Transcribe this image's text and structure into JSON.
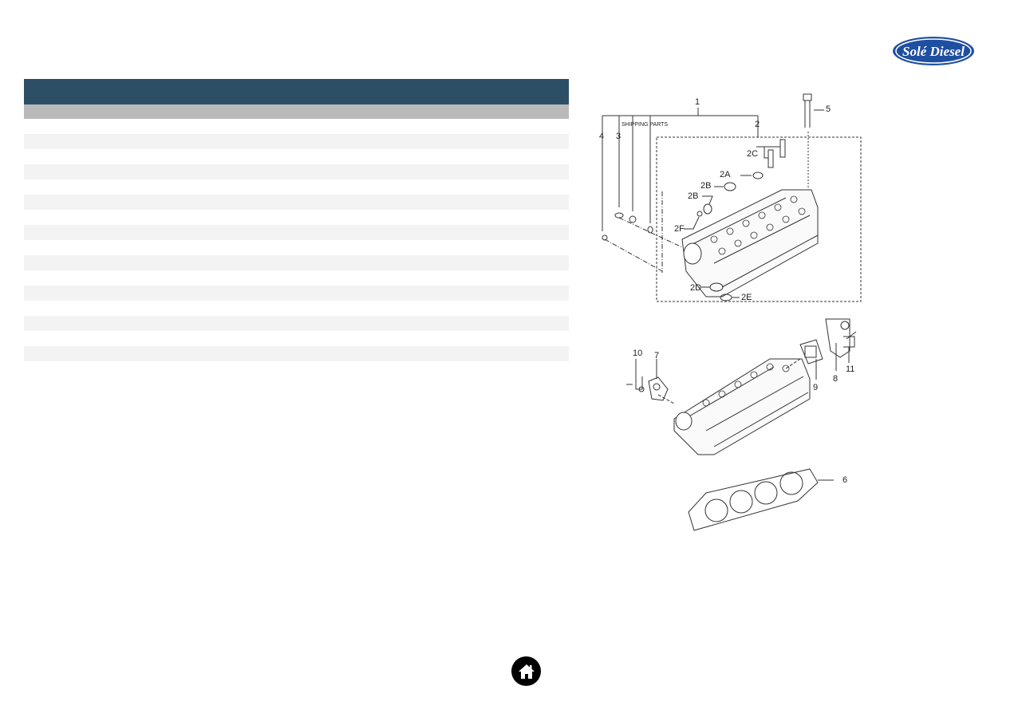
{
  "brand": {
    "logo_text": "Solé Diesel",
    "color": "#1f4fa0"
  },
  "table": {
    "header_color": "#2c4f65",
    "subheader_color": "#bababa",
    "row_alt_color": "#f3f3f3",
    "header_label": "",
    "row_count": 16
  },
  "diagram": {
    "callouts": {
      "c1": "1",
      "c2": "2",
      "c2A": "2A",
      "c2B_1": "2B",
      "c2B_2": "2B",
      "c2C": "2C",
      "c2D": "2D",
      "c2E": "2E",
      "c2F": "2F",
      "c3": "3",
      "c4": "4",
      "c5": "5",
      "c6": "6",
      "c7": "7",
      "c8": "8",
      "c9": "9",
      "c10": "10",
      "c11": "11"
    },
    "shipping_parts": "SHIPPING PARTS"
  },
  "footer": {
    "home_icon": "home-icon"
  }
}
